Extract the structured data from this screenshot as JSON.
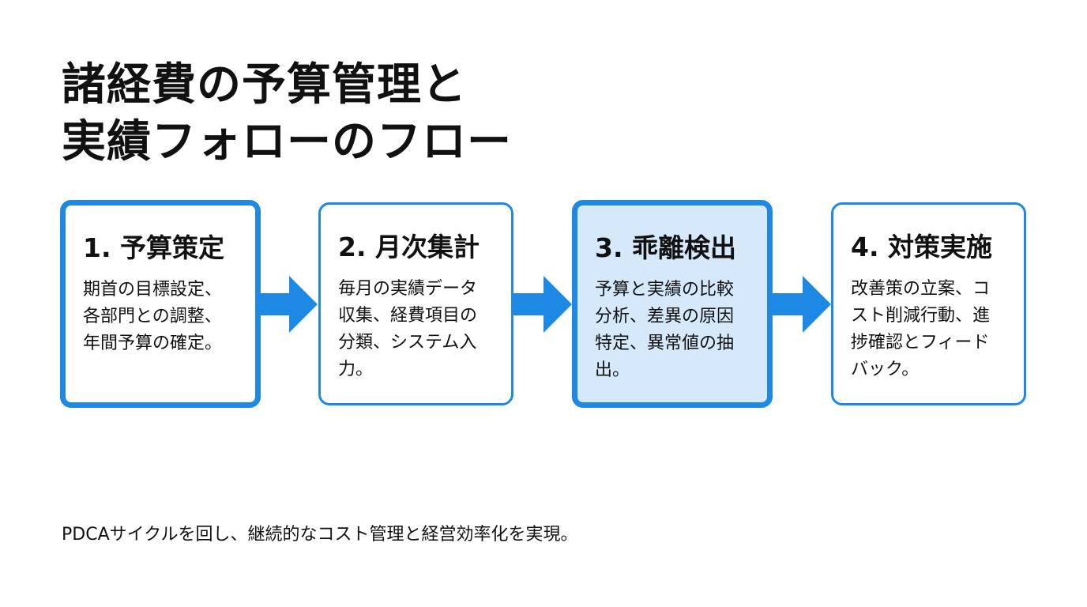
{
  "title": {
    "line1": "諸経費の予算管理と",
    "line2": "実績フォローのフロー"
  },
  "steps": [
    {
      "title": "1. 予算策定",
      "body": [
        "期首の目標設定、",
        "各部門との調整、",
        "年間予算の確定。"
      ]
    },
    {
      "title": "2. 月次集計",
      "body": [
        "毎月の実績データ",
        "収集、経費項目の",
        "分類、システム入",
        "力。"
      ]
    },
    {
      "title": "3. 乖離検出",
      "body": [
        "予算と実績の比較",
        "分析、差異の原因",
        "特定、異常値の抽",
        "出。"
      ]
    },
    {
      "title": "4. 対策実施",
      "body": [
        "改善策の立案、コ",
        "スト削減行動、進",
        "捗確認とフィード",
        "バック。"
      ]
    }
  ],
  "footer": "PDCAサイクルを回し、継続的なコスト管理と経営効率化を実現。",
  "colors": {
    "accent": "#1e88e5",
    "highlight_fill": "#d6e9fb",
    "text": "#111111",
    "background": "#ffffff"
  },
  "icons": [
    "arrow-right-icon"
  ]
}
